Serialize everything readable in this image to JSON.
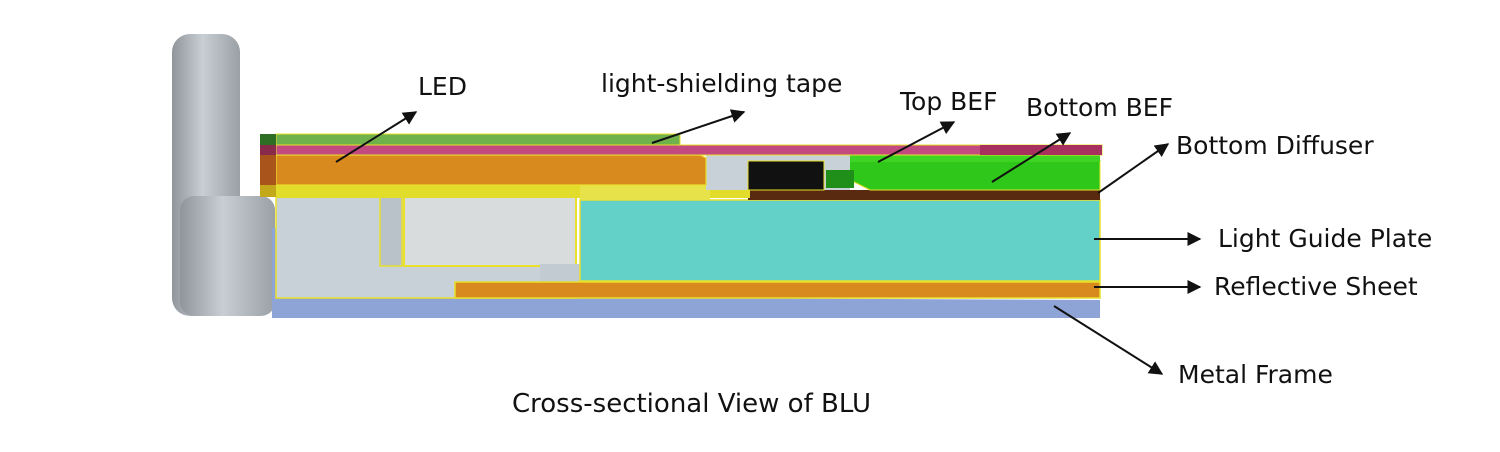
{
  "labels": {
    "led": "LED",
    "light_shielding_tape": "light-shielding tape",
    "top_bef": "Top BEF",
    "bottom_bef": "Bottom BEF",
    "bottom_diffuser": "Bottom Diffuser",
    "light_guide_plate": "Light Guide Plate",
    "reflective_sheet": "Reflective Sheet",
    "metal_frame": "Metal Frame"
  },
  "caption": "Cross-sectional View of BLU",
  "colors": {
    "frame_grey": "#bfc6cc",
    "metal_frame": "#8ea3d6",
    "light_guide_plate": "#64d1c9",
    "reflective_sheet": "#d98a1e",
    "bottom_diffuser": "#5a2a10",
    "bef_green": "#2fc81a",
    "shielding_tape": "#c24a80",
    "top_green": "#6fb24c",
    "led_block": "#d98a1e",
    "yellow_outline": "#e8e02a",
    "arrow": "#111111"
  }
}
